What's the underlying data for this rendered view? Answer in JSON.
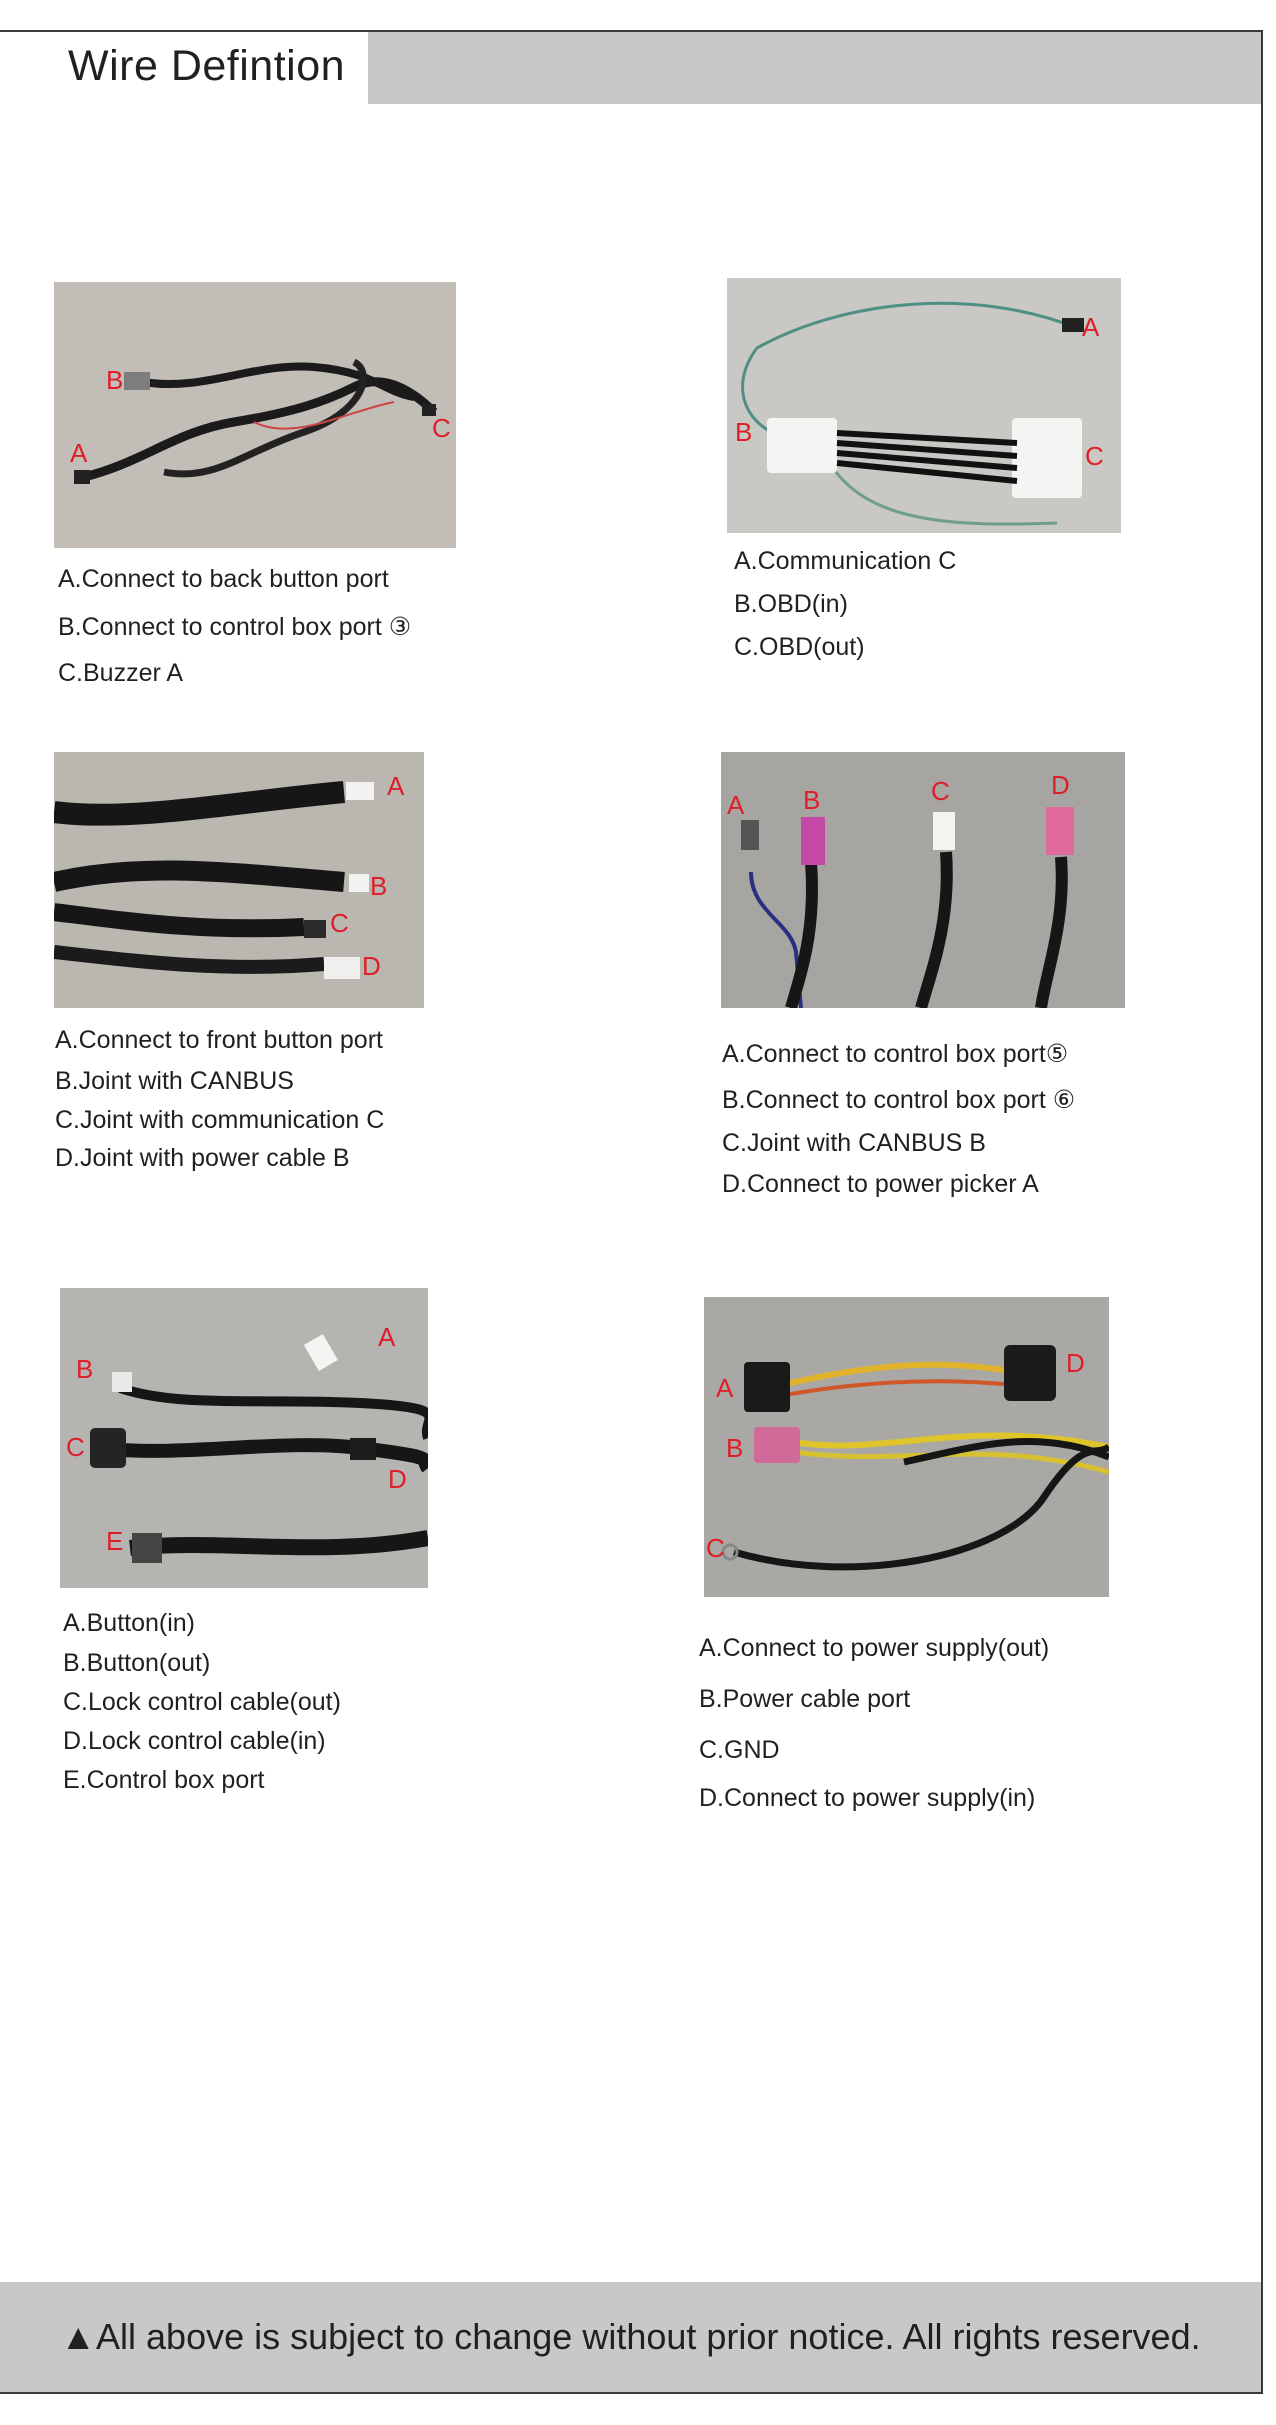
{
  "page": {
    "title": "Wire Defintion"
  },
  "panels": [
    {
      "photo_labels": [
        "A",
        "B",
        "C"
      ],
      "captions": [
        "A.Connect to back button port",
        "B.Connect to control box port ③",
        "C.Buzzer A"
      ]
    },
    {
      "photo_labels": [
        "A",
        "B",
        "C"
      ],
      "captions": [
        "A.Communication C",
        "B.OBD(in)",
        "C.OBD(out)"
      ]
    },
    {
      "photo_labels": [
        "A",
        "B",
        "C",
        "D"
      ],
      "captions": [
        "A.Connect to front button port",
        "B.Joint with CANBUS",
        "C.Joint with communication C",
        "D.Joint with power cable B"
      ]
    },
    {
      "photo_labels": [
        "A",
        "B",
        "C",
        "D"
      ],
      "captions": [
        "A.Connect to control box port⑤",
        "B.Connect to control box port ⑥",
        "C.Joint with CANBUS B",
        "D.Connect to power picker A"
      ]
    },
    {
      "photo_labels": [
        "A",
        "B",
        "C",
        "D",
        "E"
      ],
      "captions": [
        "A.Button(in)",
        "B.Button(out)",
        "C.Lock control cable(out)",
        "D.Lock control cable(in)",
        "E.Control box port"
      ]
    },
    {
      "photo_labels": [
        "A",
        "B",
        "C",
        "D"
      ],
      "captions": [
        "A.Connect to power supply(out)",
        "B.Power cable port",
        "C.GND",
        "D.Connect to power supply(in)"
      ]
    }
  ],
  "footer": {
    "notice": "▲All above is subject to change without prior notice. All rights reserved."
  }
}
